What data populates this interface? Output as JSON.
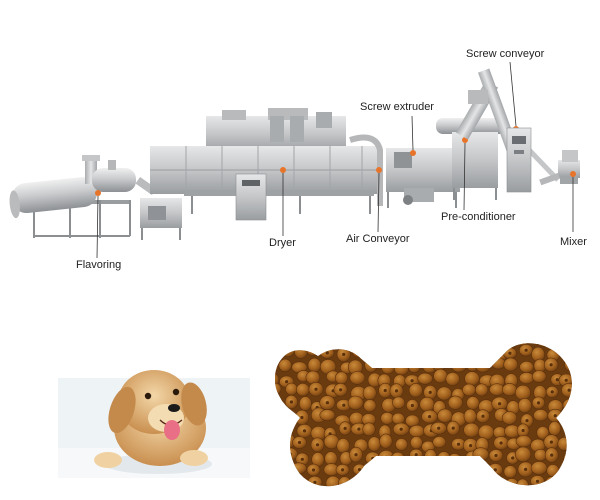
{
  "labels": {
    "screw_conveyor": "Screw conveyor",
    "screw_extruder": "Screw extruder",
    "pre_conditioner": "Pre-conditioner",
    "dryer": "Dryer",
    "air_conveyor": "Air Conveyor",
    "mixer": "Mixer",
    "flavoring": "Flavoring"
  },
  "colors": {
    "steel_light": "#d9dadb",
    "steel_mid": "#b7b9bb",
    "steel_dark": "#8c8f92",
    "marker": "#e8742a",
    "kibble": "#a8651f",
    "kibble_dark": "#6b3b10",
    "dog_fur": "#e2b77c",
    "background_panel": "#eef3f6"
  },
  "icons": [
    "dog-photo",
    "kibble-bone-image"
  ]
}
